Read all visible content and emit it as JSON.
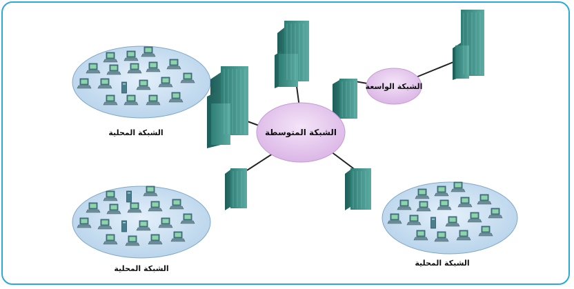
{
  "labels": {
    "wan": "الشبكة الواسعة",
    "man": "الشبكة المتوسطة",
    "lan": "الشبكة المحلية"
  },
  "colors": {
    "frame": "#2aa7dd",
    "lan_ellipse": "#c9dff0",
    "net_bubble": "#e6c8ee",
    "building": "#3f8e86"
  },
  "icons": {
    "building": "building-icon",
    "computer": "computer-icon"
  }
}
